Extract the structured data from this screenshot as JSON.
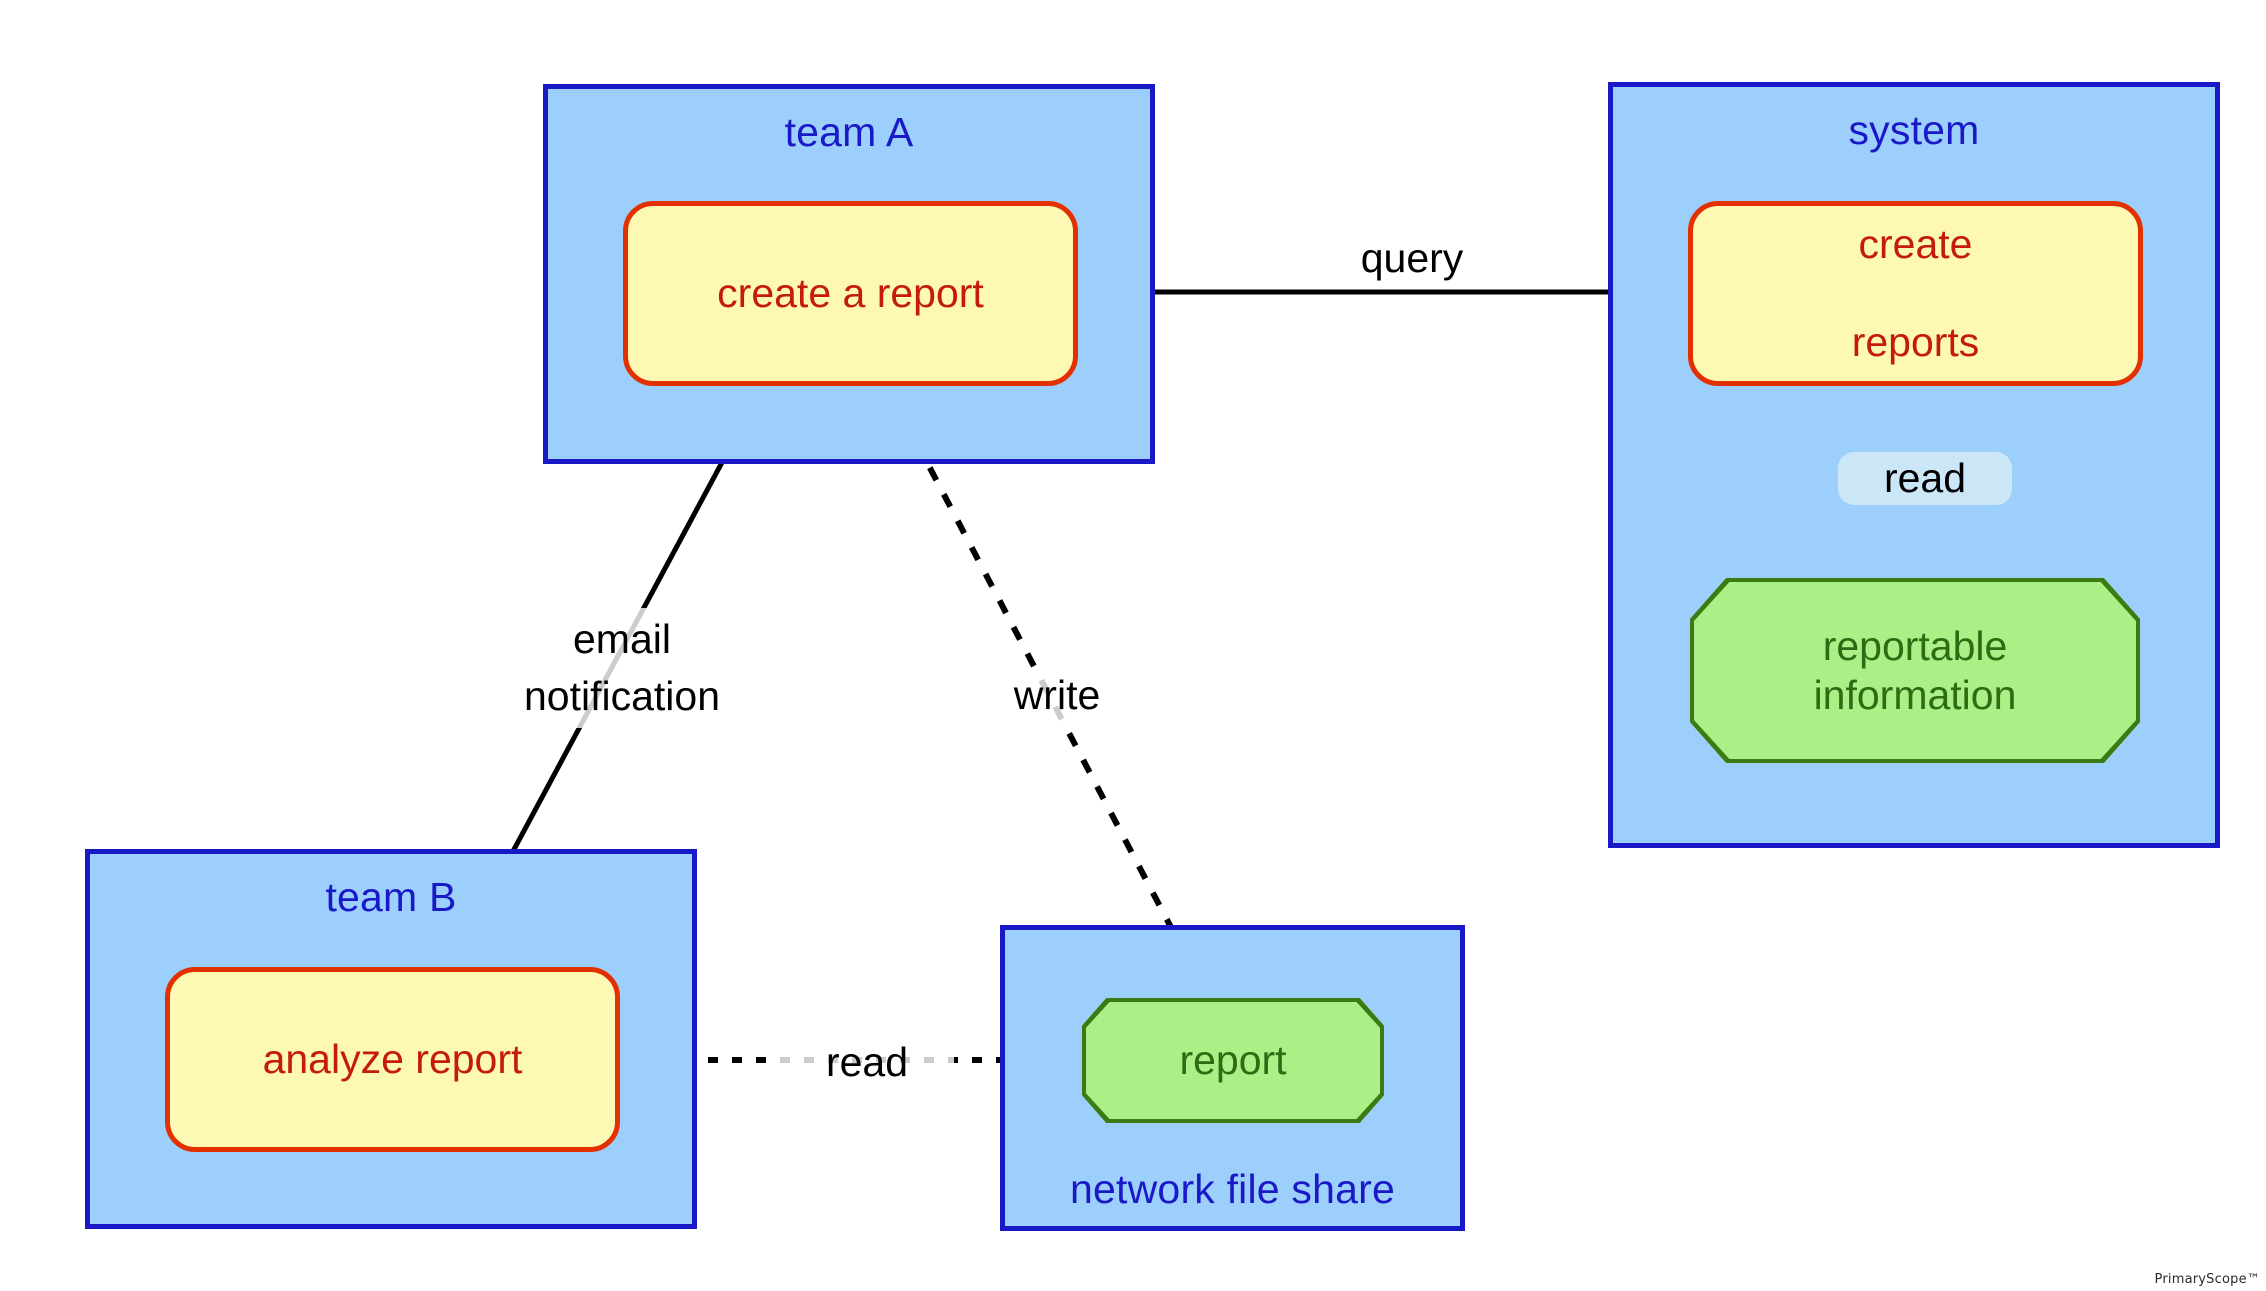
{
  "diagram": {
    "type": "information-flow",
    "watermark": "PrimaryScope™",
    "colors": {
      "container_fill": "#9ccffc",
      "container_border": "#1919c8",
      "container_label": "#1919c8",
      "activity_fill": "#fdf9b5",
      "activity_border": "#e33000",
      "activity_text": "#c41a10",
      "data_fill": "#aaf086",
      "data_border": "#3c7a14",
      "data_text": "#2f6b13",
      "edge": "#000000",
      "read_label_halo": "#cbe6f7",
      "canvas": "#ffffff"
    },
    "containers": [
      {
        "id": "team-a",
        "label": "team A",
        "label_position": "top"
      },
      {
        "id": "system",
        "label": "system",
        "label_position": "top"
      },
      {
        "id": "team-b",
        "label": "team B",
        "label_position": "top"
      },
      {
        "id": "network-file-share",
        "label": "network file share",
        "label_position": "bottom"
      }
    ],
    "nodes": [
      {
        "id": "create-a-report",
        "label": "create a report",
        "shape": "rounded-rect",
        "parent": "team-a"
      },
      {
        "id": "create-reports",
        "label": "create reports",
        "line1": "create",
        "line2": "reports",
        "shape": "rounded-rect",
        "parent": "system"
      },
      {
        "id": "reportable-information",
        "label": "reportable information",
        "line1": "reportable",
        "line2": "information",
        "shape": "octagon",
        "parent": "system"
      },
      {
        "id": "analyze-report",
        "label": "analyze report",
        "shape": "rounded-rect",
        "parent": "team-b"
      },
      {
        "id": "report",
        "label": "report",
        "shape": "octagon",
        "parent": "network-file-share"
      }
    ],
    "edges": [
      {
        "id": "query",
        "label": "query",
        "from": "create-reports",
        "to": "create-a-report",
        "style": "solid",
        "arrow": "open-arrow-with-ball",
        "label_halo": "white"
      },
      {
        "id": "read-system",
        "label": "read",
        "from": "reportable-information",
        "to": "create-reports",
        "style": "dashed",
        "arrow": "open-arrow",
        "label_halo": "blue"
      },
      {
        "id": "email-notification",
        "label": "email notification",
        "line1": "email",
        "line2": "notification",
        "from": "create-a-report",
        "to": "analyze-report",
        "style": "solid",
        "arrow": "filled-arrow",
        "label_halo": "white"
      },
      {
        "id": "write",
        "label": "write",
        "from": "create-a-report",
        "to": "report",
        "style": "dashed",
        "arrow": "open-arrow",
        "label_halo": "white"
      },
      {
        "id": "read-share",
        "label": "read",
        "from": "report",
        "to": "analyze-report",
        "style": "dashed",
        "arrow": "open-arrow",
        "label_halo": "white"
      }
    ]
  }
}
